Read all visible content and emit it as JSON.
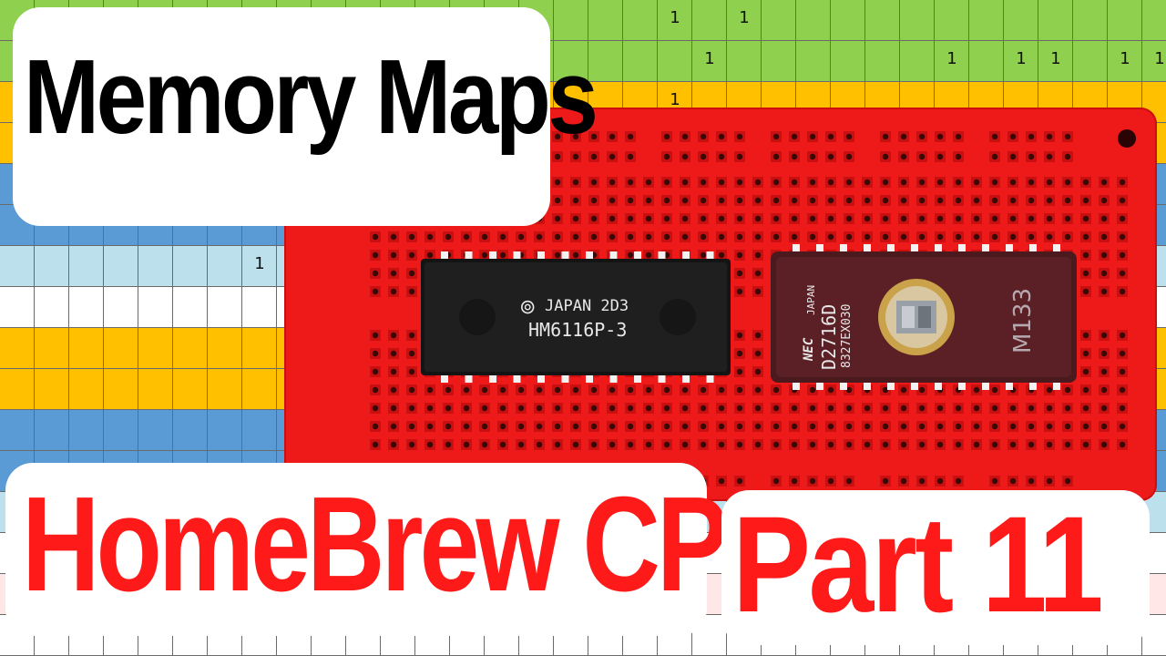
{
  "grid": {
    "row_colors": [
      "#8fd14f",
      "#8fd14f",
      "#ffc000",
      "#ffc000",
      "#5b9bd5",
      "#5b9bd5",
      "#bde0ed",
      "#ffffff",
      "#ffc000",
      "#ffc000",
      "#5b9bd5",
      "#5b9bd5",
      "#bde0ed",
      "#ffffff",
      "#ffe7e7",
      "#ffffff"
    ],
    "bit_label": "1"
  },
  "title": {
    "memory_maps": "Memory Maps",
    "homebrew_cpu": "HomeBrew CPU",
    "part": "Part 11"
  },
  "chips": {
    "ram": {
      "brand": "JAPAN 2D3",
      "part_number": "HM6116P-3"
    },
    "eprom": {
      "maker": "NEC",
      "country": "JAPAN",
      "part_number": "D2716D",
      "lot": "8327EX030",
      "handwritten": "M133"
    }
  },
  "colors": {
    "title_black": "#000000",
    "title_red": "#ff1a1a",
    "breadboard": "#ee1a1a"
  }
}
